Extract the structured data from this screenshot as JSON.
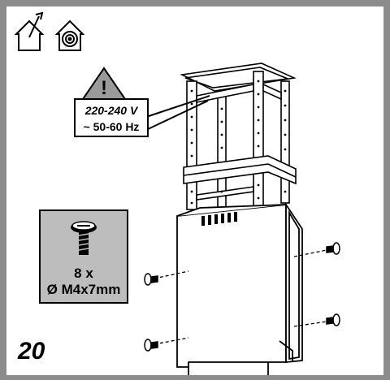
{
  "step": {
    "number": "20"
  },
  "warning": {
    "voltage": "220-240 V",
    "frequency": "~ 50-60 Hz"
  },
  "screws": {
    "count": "8 x",
    "size": "Ø M4x7mm"
  },
  "icons": {
    "top_left": [
      "house-exhaust-icon",
      "house-recirculation-icon"
    ],
    "warning": "warning-triangle-icon",
    "screw": "screw-icon"
  },
  "colors": {
    "frame": "#8c8c8c",
    "panel": "#bdbdbd",
    "warning_fill": "#9a9a9a"
  }
}
